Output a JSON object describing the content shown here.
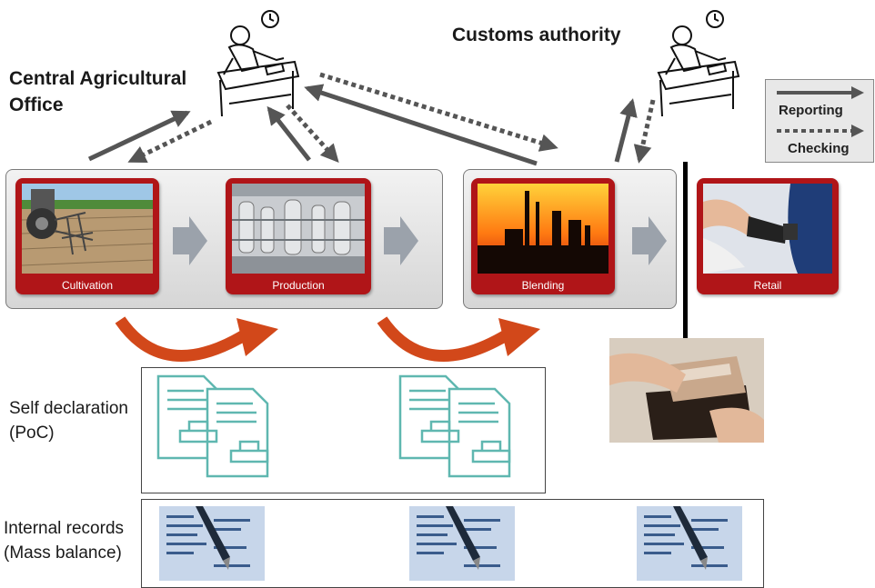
{
  "actors": {
    "central_office": "Central Agricultural\nOffice",
    "customs": "Customs authority"
  },
  "legend": {
    "reporting": "Reporting",
    "checking": "Checking"
  },
  "stages": {
    "cultivation": "Cultivation",
    "production": "Production",
    "blending": "Blending",
    "retail": "Retail"
  },
  "rows": {
    "self_declaration": "Self declaration\n(PoC)",
    "internal_records": "Internal records\n(Mass balance)"
  },
  "colors": {
    "card_red": "#b01518",
    "arrow_gray": "#555555",
    "curve_orange": "#d2481a",
    "doc_teal": "#5fb7b0"
  }
}
